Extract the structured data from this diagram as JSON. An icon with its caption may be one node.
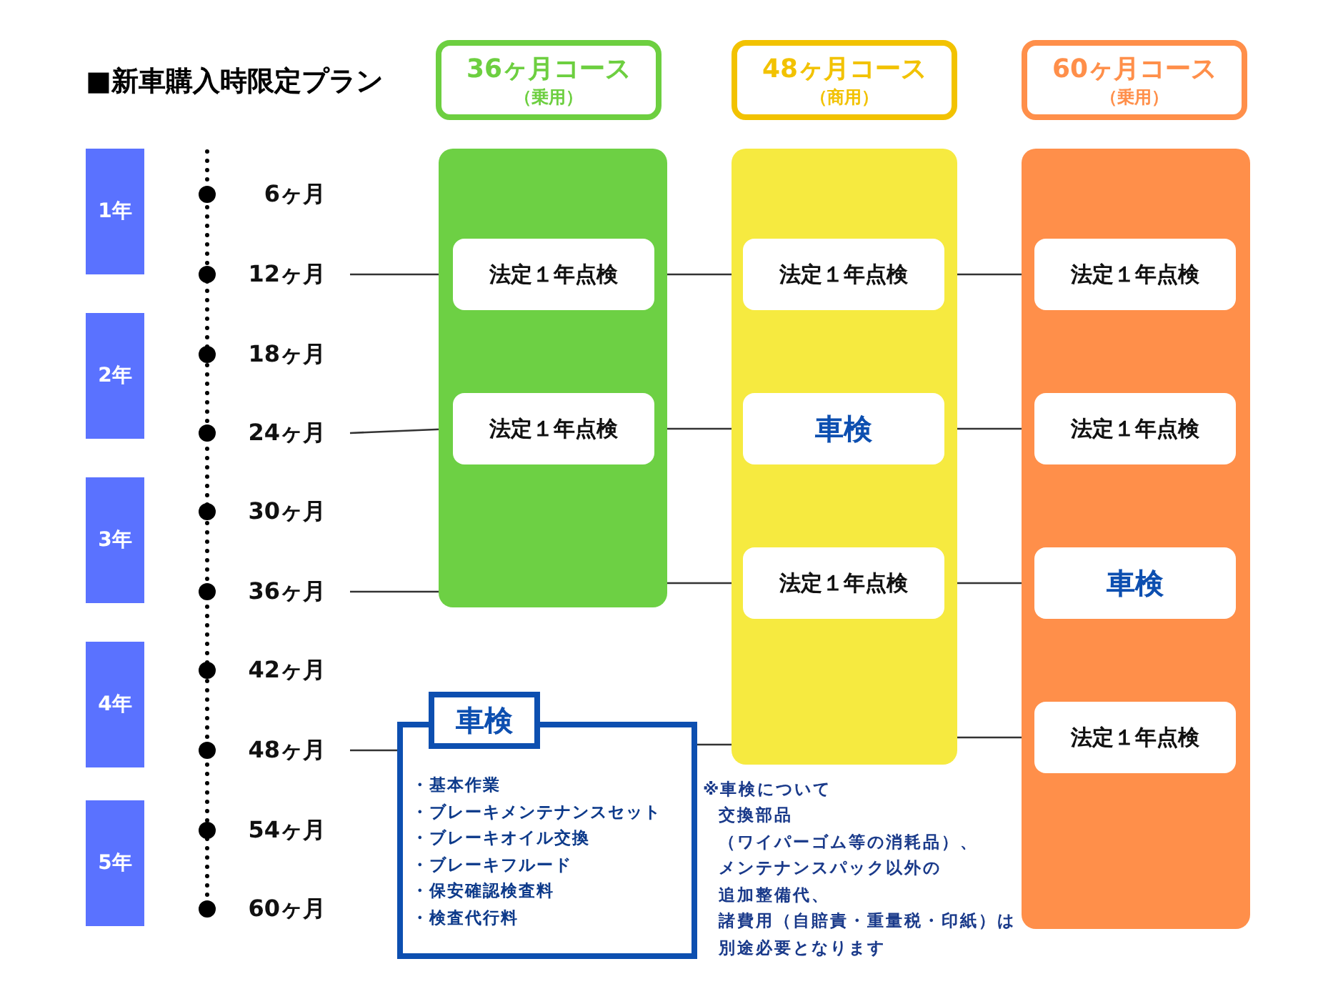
{
  "diagram": {
    "title": "■新車購入時限定プラン",
    "nodes": [
      {
        "text": [
          "1年"
        ]
      },
      {
        "text": [
          "2年"
        ]
      },
      {
        "text": [
          "3年"
        ]
      },
      {
        "text": [
          "4年"
        ]
      },
      {
        "text": [
          "5年"
        ]
      },
      {
        "text": [
          "6ヶ月"
        ]
      },
      {
        "text": [
          "12ヶ月"
        ]
      },
      {
        "text": [
          "18ヶ月"
        ]
      },
      {
        "text": [
          "24ヶ月"
        ]
      },
      {
        "text": [
          "30ヶ月"
        ]
      },
      {
        "text": [
          "36ヶ月"
        ]
      },
      {
        "text": [
          "42ヶ月"
        ]
      },
      {
        "text": [
          "48ヶ月"
        ]
      },
      {
        "text": [
          "54ヶ月"
        ]
      },
      {
        "text": [
          "60ヶ月"
        ]
      },
      {
        "text": [
          "36ヶ月コース",
          "（乗用）"
        ]
      },
      {
        "text": [],
        "shape": "box"
      },
      {
        "text": [
          "法定１年点検"
        ],
        "in": 16
      },
      {
        "text": [
          "法定１年点検"
        ],
        "in": 16
      },
      {
        "text": [
          "48ヶ月コース",
          "（商用）"
        ]
      },
      {
        "text": [],
        "shape": "box"
      },
      {
        "text": [
          "法定１年点検"
        ],
        "in": 20
      },
      {
        "text": [
          "車検"
        ],
        "in": 20
      },
      {
        "text": [
          "法定１年点検"
        ],
        "in": 20
      },
      {
        "text": [
          "60ヶ月コース",
          "（乗用）"
        ]
      },
      {
        "text": [],
        "shape": "box"
      },
      {
        "text": [
          "法定１年点検"
        ],
        "in": 25
      },
      {
        "text": [
          "法定１年点検"
        ],
        "in": 25
      },
      {
        "text": [
          "車検"
        ],
        "in": 25
      },
      {
        "text": [
          "法定１年点検"
        ],
        "in": 25
      },
      {
        "text": [
          "車検"
        ]
      },
      {
        "text": [
          "・基本作業",
          "・ブレーキメンテナンスセット",
          "・ブレーキオイル交換",
          "・ブレーキフルード",
          "・保安確認検査料",
          "・検査代行料"
        ]
      }
    ],
    "edges": [
      {
        "from": 6,
        "to": 17,
        "arrow": "none"
      },
      {
        "from": 17,
        "to": 21,
        "arrow": "none"
      },
      {
        "from": 21,
        "to": 26,
        "arrow": "none"
      },
      {
        "from": 8,
        "to": 18,
        "arrow": "none"
      },
      {
        "from": 18,
        "to": 22,
        "arrow": "none"
      },
      {
        "from": 22,
        "to": 27,
        "arrow": "none"
      },
      {
        "from": 10,
        "to": 16,
        "arrow": "none"
      },
      {
        "from": 16,
        "to": 23,
        "arrow": "none"
      },
      {
        "from": 23,
        "to": 28,
        "arrow": "none"
      },
      {
        "from": 12,
        "to": 31,
        "arrow": "none"
      },
      {
        "from": 31,
        "to": 20,
        "arrow": "none"
      },
      {
        "from": 20,
        "to": 29,
        "arrow": "none"
      }
    ],
    "labels": [
      "※車検について",
      "交換部品（ワイパーゴム等の消耗品）、メンテナンスパック以外の追加整備代、諸費用（自賠責・重量税・印紙）は別途必要となります"
    ]
  }
}
